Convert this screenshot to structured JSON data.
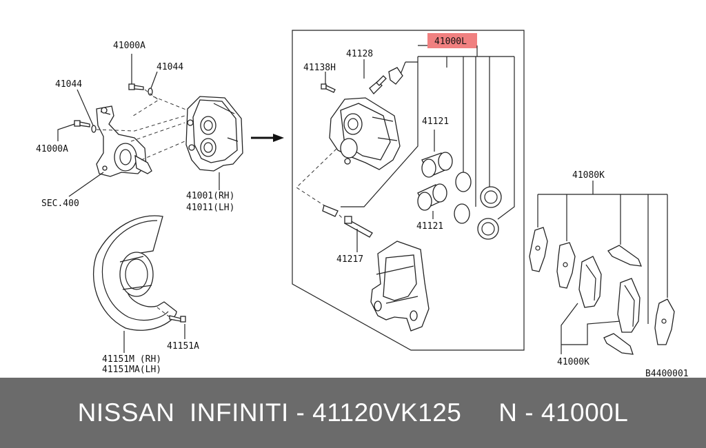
{
  "colors": {
    "footer_bg": "#6b6b6b",
    "footer_text": "#ffffff",
    "highlight": "#f08080",
    "line": "#222222"
  },
  "labels": {
    "l_41000a_top": "41000A",
    "l_41044_top": "41044",
    "l_41044_left": "41044",
    "l_41000a_left": "41000A",
    "l_sec400": "SEC.400",
    "l_41001": "41001(RH)",
    "l_41011": "41011(LH)",
    "l_41000l": "41000L",
    "l_41128": "41128",
    "l_41138h": "41138H",
    "l_41121_top": "41121",
    "l_41121_bot": "41121",
    "l_41217": "41217",
    "l_41080k": "41080K",
    "l_41000k": "41000K",
    "l_41151a": "41151A",
    "l_41151m": "41151M (RH)",
    "l_41151ma": "41151MA(LH)",
    "l_code": "B4400001"
  },
  "footer": {
    "text": "NISSAN  INFINITI - 41120VK125     N - 41000L"
  }
}
